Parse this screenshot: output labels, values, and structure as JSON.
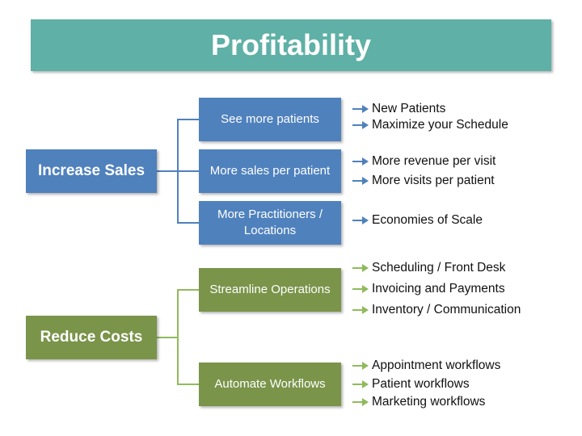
{
  "title": "Profitability",
  "colors": {
    "title": "#5fb0a6",
    "blue": "#4f81bd",
    "green": "#7a944a"
  },
  "increase": {
    "label": "Increase Sales",
    "branches": [
      {
        "label": "See more patients",
        "items": [
          "New Patients",
          "Maximize your Schedule"
        ]
      },
      {
        "label": "More sales per patient",
        "items": [
          "More revenue per visit",
          "More visits per patient"
        ]
      },
      {
        "label": "More Practitioners / Locations",
        "items": [
          "Economies of Scale"
        ]
      }
    ]
  },
  "reduce": {
    "label": "Reduce Costs",
    "branches": [
      {
        "label": "Streamline Operations",
        "items": [
          "Scheduling / Front Desk",
          "Invoicing and Payments",
          "Inventory / Communication"
        ]
      },
      {
        "label": "Automate Workflows",
        "items": [
          "Appointment workflows",
          "Patient workflows",
          "Marketing workflows"
        ]
      }
    ]
  }
}
